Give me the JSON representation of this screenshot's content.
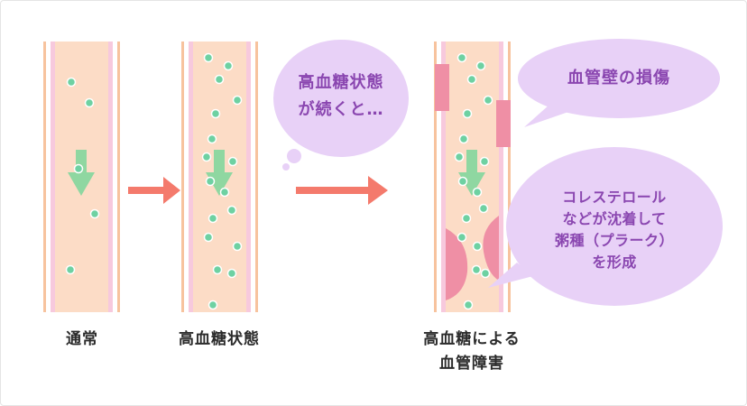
{
  "labels": {
    "normal": "通常",
    "high_glucose": "高血糖状態",
    "damage_line1": "高血糖による",
    "damage_line2": "血管障害"
  },
  "bubbles": {
    "thought_line1": "高血糖状態",
    "thought_line2": "が続くと…",
    "wall_damage": "血管壁の損傷",
    "plaque_line1": "コレステロール",
    "plaque_line2": "などが沈着して",
    "plaque_line3": "粥種（プラーク）",
    "plaque_line4": "を形成"
  },
  "colors": {
    "vessel_wall": "#f7c39e",
    "vessel_lining": "#f7c9dd",
    "blood": "#fcdcc6",
    "glucose_dot": "#6ed1a2",
    "flow_arrow": "#8fd7a1",
    "step_arrow": "#f47a6c",
    "damage_patch": "#ef8fa5",
    "bubble": "#e8d1f7",
    "bubble_text": "#8a46b0"
  },
  "icons": {
    "flow": "down-arrow-icon",
    "step": "right-arrow-icon",
    "glucose": "glucose-dot-icon"
  }
}
